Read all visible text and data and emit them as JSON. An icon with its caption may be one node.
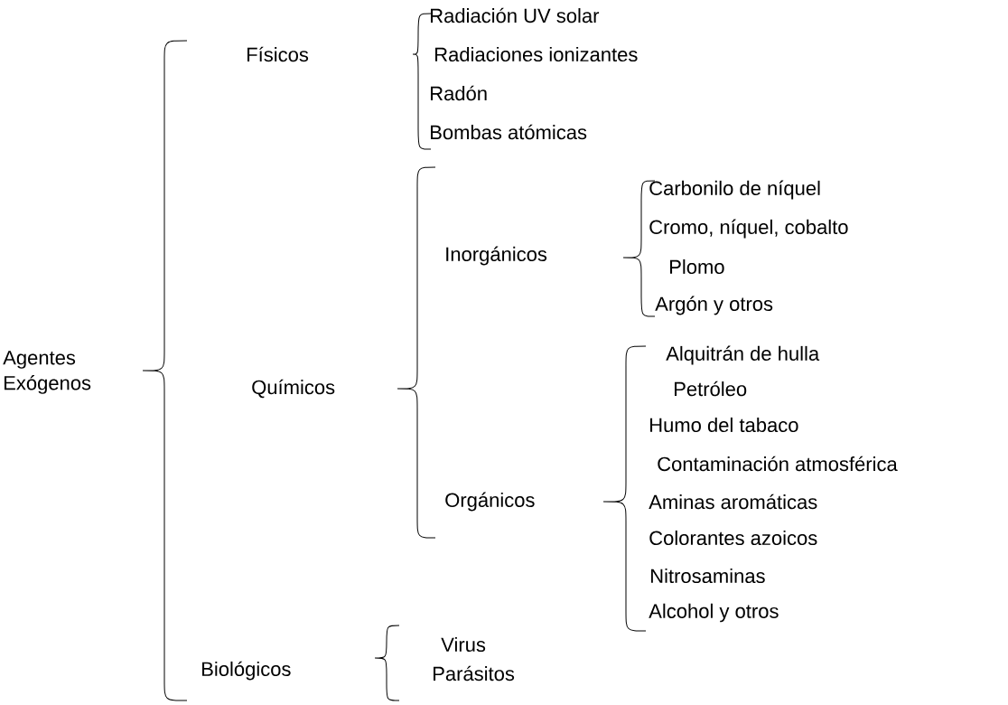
{
  "diagram": {
    "labels": [
      "Agentes Exógenos",
      "Físicos",
      "Radiación UV solar",
      "Radiaciones ionizantes",
      "Radón",
      "Bombas atómicas",
      "Inorgánicos",
      "Carbonilo de níquel",
      "Cromo, níquel, cobalto",
      "Plomo",
      "Argón y otros",
      "Químicos",
      "Orgánicos",
      "Alquitrán de hulla",
      "Petróleo",
      "Humo del tabaco",
      "Contaminación atmosférica",
      "Aminas aromáticas",
      "Colorantes azoicos",
      "Nitrosaminas",
      "Alcohol y otros",
      "Biológicos",
      "Virus",
      "Parásitos"
    ]
  }
}
